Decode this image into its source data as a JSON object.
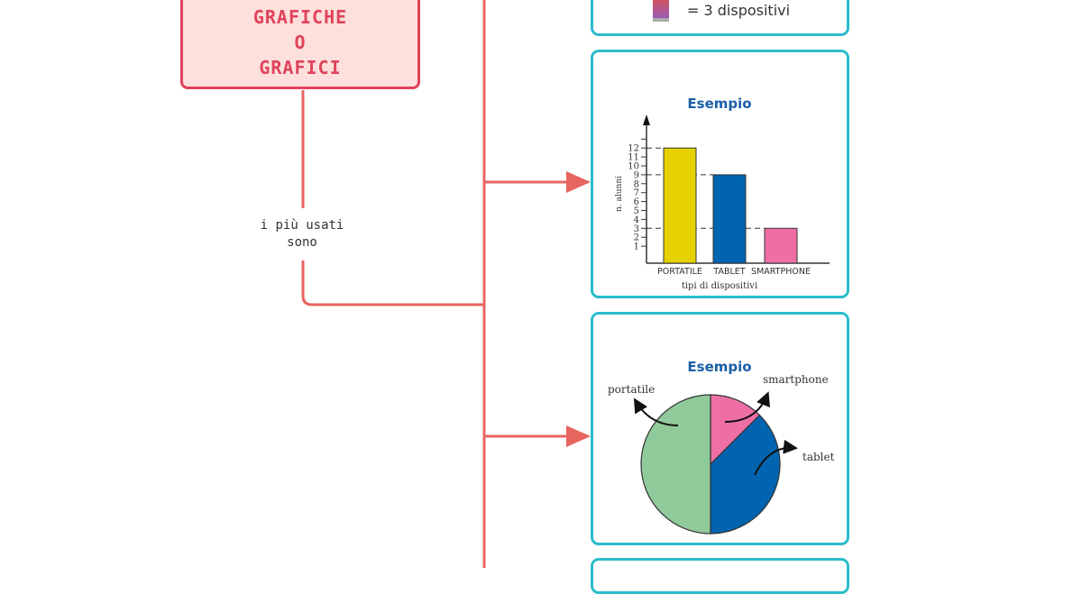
{
  "main_box": {
    "lines": [
      "GRAFICHE",
      "O",
      "GRAFICI"
    ]
  },
  "connector_label": {
    "line1": "i più usati",
    "line2": "sono"
  },
  "legend_card": {
    "icon": "laptop-icon",
    "text": "= 3 dispositivi"
  },
  "colors": {
    "connector": "#e8645f",
    "card_border": "#2bbccb",
    "main_border": "#e0435a",
    "main_fill": "#fde0dc"
  },
  "chart_data": [
    {
      "type": "bar",
      "title": "Esempio",
      "categories": [
        "PORTATILE",
        "TABLET",
        "SMARTPHONE"
      ],
      "values": [
        12,
        9,
        3
      ],
      "colors": [
        "#e6d200",
        "#0064b0",
        "#ee6fa6"
      ],
      "xlabel": "tipi di dispositivi",
      "ylabel": "n. alunni",
      "yticks": [
        1,
        2,
        3,
        4,
        5,
        6,
        7,
        8,
        9,
        10,
        11,
        12
      ],
      "ylim": [
        0,
        13
      ],
      "grid": false
    },
    {
      "type": "pie",
      "title": "Esempio",
      "labels": [
        "portatile",
        "tablet",
        "smartphone"
      ],
      "values": [
        12,
        9,
        3
      ],
      "colors": [
        "#90c99a",
        "#0064b0",
        "#ee6fa6"
      ]
    }
  ]
}
